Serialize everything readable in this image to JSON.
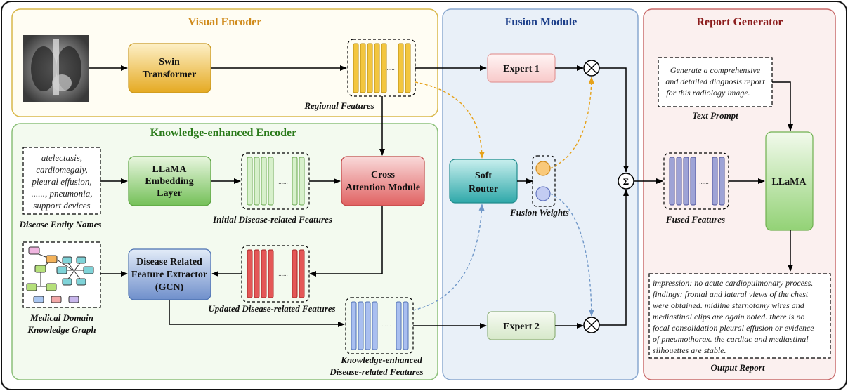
{
  "panels": {
    "visual_encoder": "Visual Encoder",
    "knowledge_encoder": "Knowledge-enhanced Encoder",
    "fusion_module": "Fusion Module",
    "report_generator": "Report Generator"
  },
  "blocks": {
    "swin_line1": "Swin",
    "swin_line2": "Transformer",
    "llama_emb_line1": "LLaMA",
    "llama_emb_line2": "Embedding",
    "llama_emb_line3": "Layer",
    "cross_line1": "Cross",
    "cross_line2": "Attention Module",
    "gcn_line1": "Disease Related",
    "gcn_line2": "Feature Extractor",
    "gcn_line3": "(GCN)",
    "soft_router_line1": "Soft",
    "soft_router_line2": "Router",
    "expert1": "Expert 1",
    "expert2": "Expert 2",
    "llama": "LLaMA"
  },
  "captions": {
    "regional_features": "Regional Features",
    "disease_entity_names": "Disease Entity Names",
    "initial_features": "Initial Disease-related Features",
    "updated_features": "Updated Disease-related Features",
    "kg_line1": "Medical Domain",
    "kg_line2": "Knowledge Graph",
    "ke_features_line1": "Knowledge-enhanced",
    "ke_features_line2": "Disease-related Features",
    "fusion_weights": "Fusion Weights",
    "fused_features": "Fused Features",
    "text_prompt": "Text Prompt",
    "output_report": "Output Report"
  },
  "entities": {
    "line1": "atelectasis,",
    "line2": "cardiomegaly,",
    "line3": "pleural effusion,",
    "line4": "......,   pneumonia,",
    "line5": "support devices"
  },
  "prompt": {
    "line1": "Generate  a  comprehensive",
    "line2": "and detailed diagnosis report",
    "line3": "for this radiology image."
  },
  "report": {
    "line1": "impression: no acute cardiopulmonary process.",
    "line2": "findings: frontal and lateral views of the chest",
    "line3": "were obtained. midline sternotomy wires and",
    "line4": "mediastinal clips are again noted. there is no",
    "line5": "focal consolidation pleural effusion or evidence",
    "line6": "of pneumothorax. the cardiac and mediastinal",
    "line7": "silhouettes are stable."
  },
  "symbols": {
    "multiply": "⊗",
    "sum": "Σ",
    "dots": "......"
  },
  "colors": {
    "visual_border": "#d9b84a",
    "visual_fill": "#fffdf3",
    "knowledge_border": "#8cc07a",
    "knowledge_fill": "#f3faef",
    "fusion_border": "#8aa8cf",
    "fusion_fill": "#e9f0f8",
    "report_border": "#c86a6a",
    "report_fill": "#fbf0ef",
    "orange_dash": "#e6a21b",
    "blue_dash": "#6f97c8"
  }
}
